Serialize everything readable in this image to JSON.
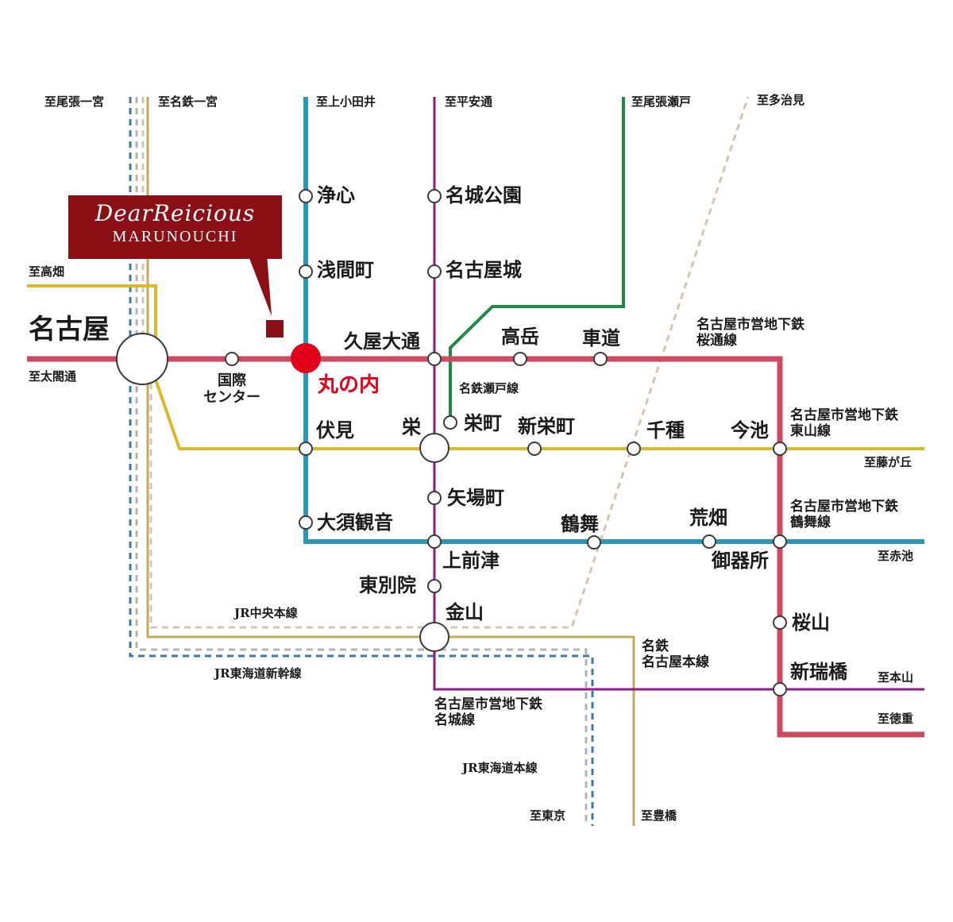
{
  "colors": {
    "sakuradori": "#cf4a5f",
    "higashiyama": "#d9b92b",
    "tsurumai": "#2a97b7",
    "meijo": "#8b1d86",
    "meitetsu_seto": "#1f8a45",
    "meitetsu_main": "#c4ab5c",
    "jr_chuo": "#d6c4b0",
    "jr_tokaido": "#b3b3b3",
    "jr_shinkansen": "#3a7ea8",
    "callout": "#8b1016",
    "highlight": "#e3001b"
  },
  "callout": {
    "brand": "DearReicious",
    "sub": "MARUNOUCHI"
  },
  "directions": {
    "owari_ichinomiya": "至尾張一宮",
    "meitetsu_ichinomiya": "至名鉄一宮",
    "kamiotai": "至上小田井",
    "heian_dori": "至平安通",
    "owari_seto": "至尾張瀬戸",
    "tajimi": "至多治見",
    "takabata": "至高畑",
    "taikodori": "至太閤通",
    "fujigaoka": "至藤が丘",
    "akaike": "至赤池",
    "motoyama": "至本山",
    "tokushige": "至徳重",
    "tokyo": "至東京",
    "toyohashi": "至豊橋"
  },
  "stations": {
    "nagoya": "名古屋",
    "kokusai_center": "国際\nセンター",
    "marunouchi": "丸の内",
    "josin": "浄心",
    "sengencho": "浅間町",
    "meijo_koen": "名城公園",
    "nagoyajo": "名古屋城",
    "hisaya_odori": "久屋大通",
    "takaoka": "高岳",
    "kurumamichi": "車道",
    "sakaemachi": "栄町",
    "fushimi": "伏見",
    "sakae": "栄",
    "shin_sakaemachi": "新栄町",
    "chikusa": "千種",
    "imaike": "今池",
    "yabacho": "矢場町",
    "osu_kannon": "大須観音",
    "tsurumai": "鶴舞",
    "arahata": "荒畑",
    "kamimaezu": "上前津",
    "gokiso": "御器所",
    "higashi_betsuin": "東別院",
    "kanayama": "金山",
    "sakurayama": "桜山",
    "shin_mizuho_bashi": "新瑞橋"
  },
  "lines": {
    "sakuradori": "名古屋市営地下鉄\n桜通線",
    "higashiyama": "名古屋市営地下鉄\n東山線",
    "tsurumai": "名古屋市営地下鉄\n鶴舞線",
    "meijo": "名古屋市営地下鉄\n名城線",
    "meitetsu_seto": "名鉄瀬戸線",
    "meitetsu_main": "名鉄\n名古屋本線",
    "jr_chuo": "JR中央本線",
    "jr_shinkansen": "JR東海道新幹線",
    "jr_tokaido": "JR東海道本線"
  }
}
